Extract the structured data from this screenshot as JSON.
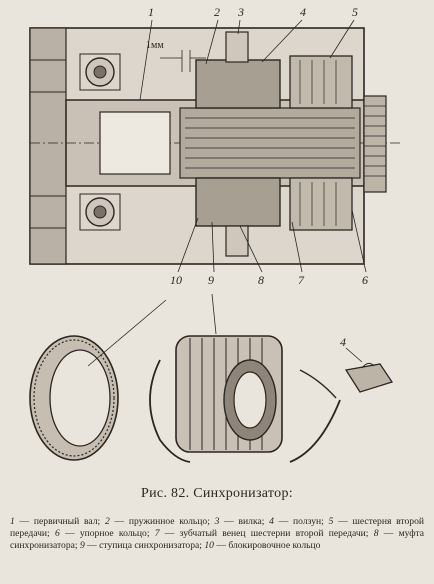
{
  "figure": {
    "callouts_top": [
      "1",
      "2",
      "3",
      "4",
      "5"
    ],
    "gap_label": "1мм",
    "callouts_bottom": [
      "10",
      "9",
      "8",
      "7",
      "6"
    ],
    "callout_exploded": "4"
  },
  "caption": "Рис. 82. Синхронизатор:",
  "legend": [
    {
      "n": "1",
      "t": "первичный вал;"
    },
    {
      "n": "2",
      "t": "пружинное кольцо;"
    },
    {
      "n": "3",
      "t": "вилка;"
    },
    {
      "n": "4",
      "t": "ползун;"
    },
    {
      "n": "5",
      "t": "шестерня второй передачи;"
    },
    {
      "n": "6",
      "t": "упорное кольцо;"
    },
    {
      "n": "7",
      "t": "зубчатый венец шестерни второй передачи;"
    },
    {
      "n": "8",
      "t": "муфта синхронизатора;"
    },
    {
      "n": "9",
      "t": "ступица синхронизатора;"
    },
    {
      "n": "10",
      "t": "блокировочное кольцо"
    }
  ]
}
